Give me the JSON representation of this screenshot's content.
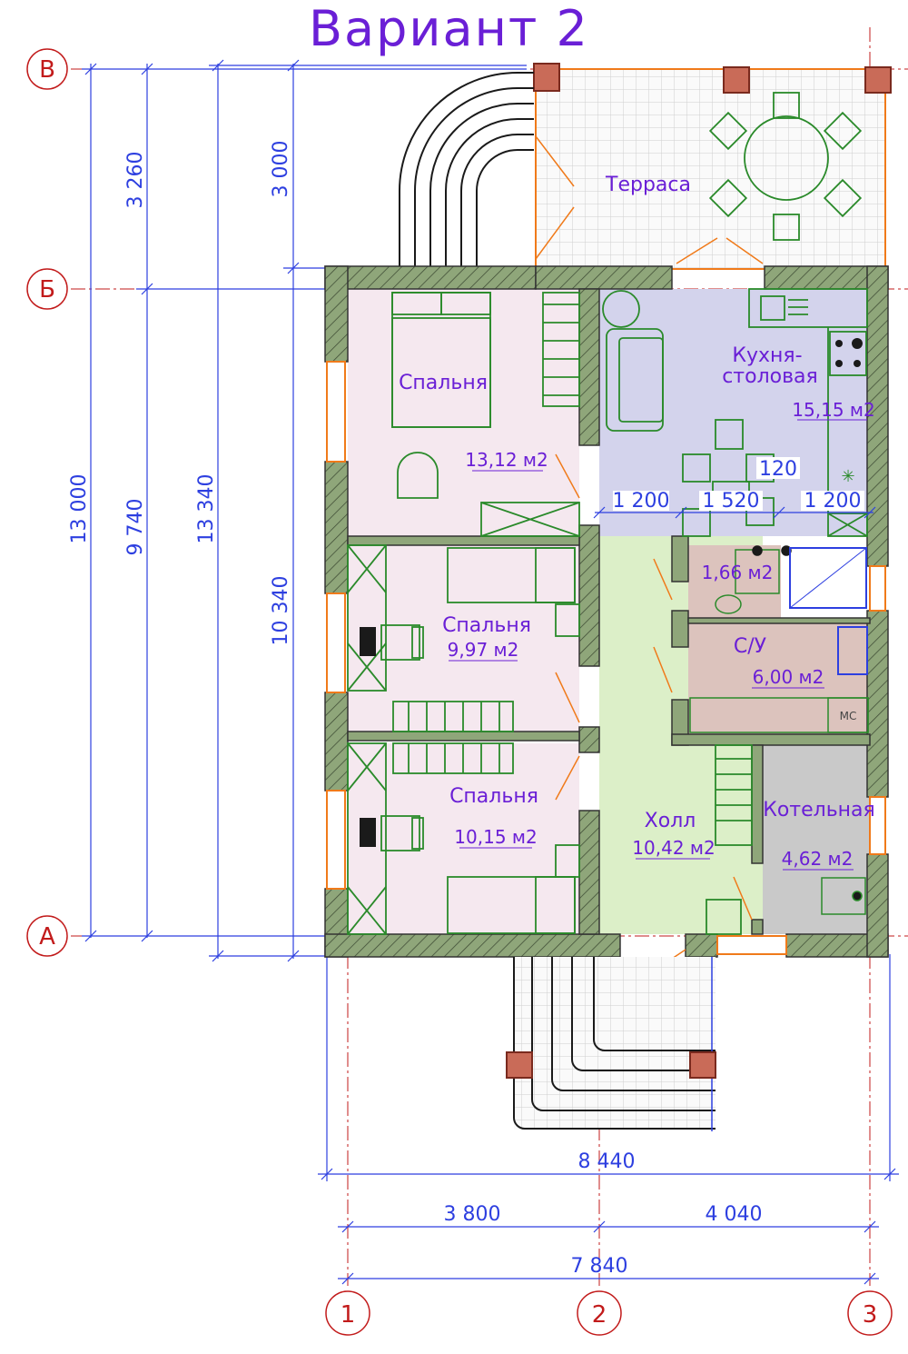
{
  "title": "Вариант 2",
  "axes": {
    "rows": [
      "В",
      "Б",
      "А"
    ],
    "columns": [
      "1",
      "2",
      "3"
    ]
  },
  "dimensions": {
    "left": [
      "13 000",
      "9 740",
      "13 340",
      "10 340",
      "3 260",
      "3 000"
    ],
    "bottom": [
      "8 440",
      "3 800",
      "4 040",
      "7 840"
    ],
    "kitchen": [
      "1 200",
      "1 520",
      "1 200",
      "120"
    ]
  },
  "rooms": {
    "terrace": {
      "name": "Терраса"
    },
    "bedroom1": {
      "name": "Спальня",
      "area": "13,12 м2"
    },
    "bedroom2": {
      "name": "Спальня",
      "area": "9,97 м2"
    },
    "bedroom3": {
      "name": "Спальня",
      "area": "10,15 м2"
    },
    "kitchen": {
      "name_line1": "Кухня-",
      "name_line2": "столовая",
      "area": "15,15 м2"
    },
    "wc": {
      "area": "1,66 м2"
    },
    "bath": {
      "name": "С/У",
      "area": "6,00 м2"
    },
    "hall": {
      "name": "Холл",
      "area": "10,42 м2"
    },
    "boiler": {
      "name": "Котельная",
      "area": "4,62 м2"
    }
  },
  "labels": {
    "washer": "МС"
  },
  "colors": {
    "title": "#6a1fd6",
    "dimension": "#2d3fe0",
    "axis": "#c21b1b",
    "wall": "#8fa67a",
    "bedroom_fill": "#f5e8ef",
    "kitchen_fill": "#d3d3ec",
    "hall_fill": "#dcefc8",
    "bath_fill": "#dcc3bd",
    "boiler_fill": "#c9c9c9",
    "furniture": "#2a8a2a",
    "door": "#f07a1a"
  }
}
